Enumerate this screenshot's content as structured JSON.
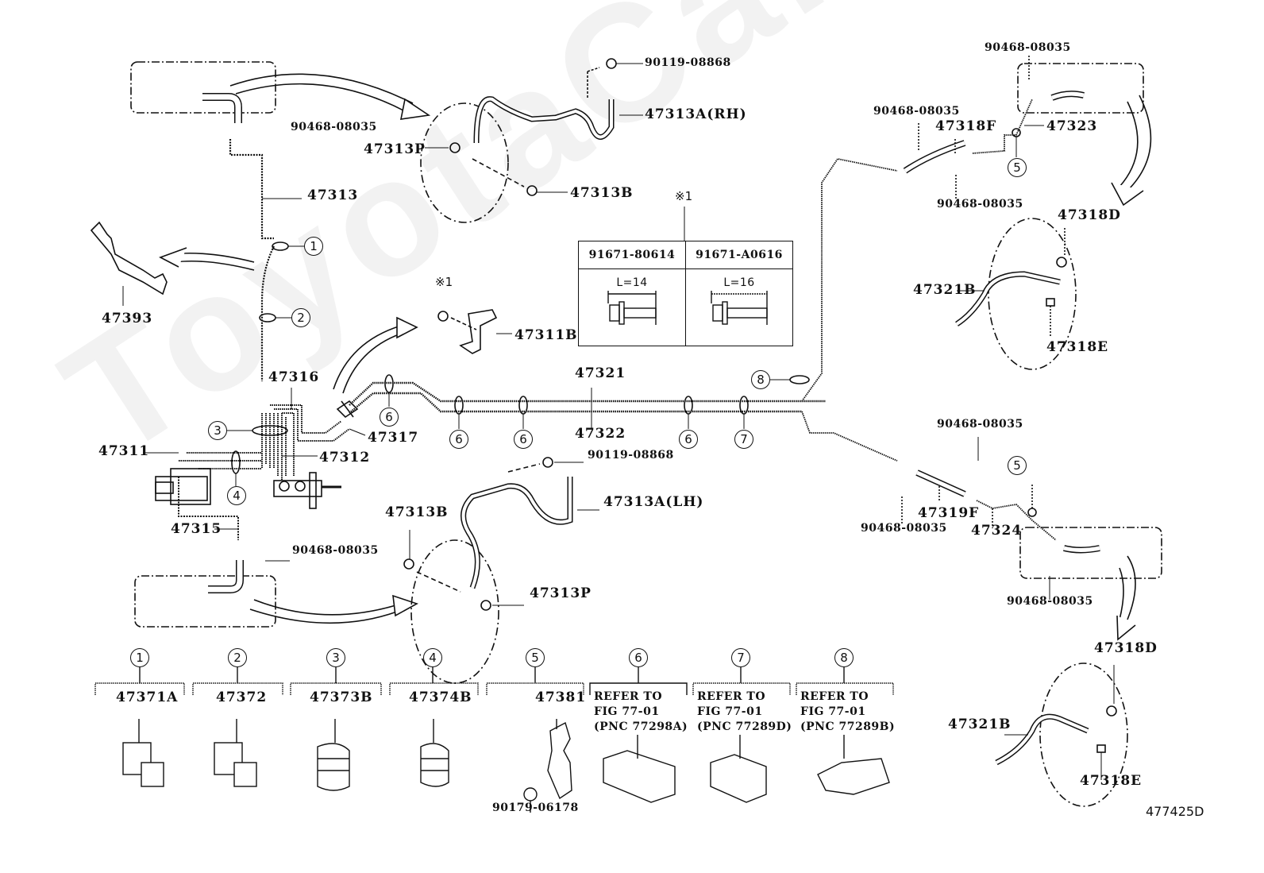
{
  "figure_id": "477425D",
  "watermark": "ToyotaCarLine.ru",
  "note_marker": "※1",
  "labels": {
    "p90468_tl": "90468-08035",
    "p47313": "47313",
    "p47393": "47393",
    "p90119_rh": "90119-08868",
    "p47313A_rh": "47313A(RH)",
    "p47313P_rh": "47313P",
    "p47313B_rh": "47313B",
    "p47311B": "47311B",
    "p47316": "47316",
    "p47317": "47317",
    "p47311": "47311",
    "p47312": "47312",
    "p47315": "47315",
    "p90468_bl": "90468-08035",
    "p47321": "47321",
    "p47322": "47322",
    "p90119_lh": "90119-08868",
    "p47313A_lh": "47313A(LH)",
    "p47313B_lh": "47313B",
    "p47313P_lh": "47313P",
    "p90468_tr_top": "90468-08035",
    "p90468_tr_left": "90468-08035",
    "p47318F": "47318F",
    "p47323": "47323",
    "p90468_tr_below": "90468-08035",
    "p47318D_top": "47318D",
    "p47321B_top": "47321B",
    "p47318E_top": "47318E",
    "p90468_mr_top": "90468-08035",
    "p90468_mr_left": "90468-08035",
    "p47319F": "47319F",
    "p47324": "47324",
    "p90468_mr_bottom": "90468-08035",
    "p47318D_bot": "47318D",
    "p47321B_bot": "47321B",
    "p47318E_bot": "47318E"
  },
  "callouts": [
    "1",
    "2",
    "3",
    "4",
    "5",
    "6",
    "7",
    "8"
  ],
  "bolt_table": {
    "columns": [
      {
        "part": "91671-80614",
        "length": "L=14"
      },
      {
        "part": "91671-A0616",
        "length": "L=16"
      }
    ]
  },
  "clip_legend": [
    {
      "ref": "1",
      "text": "47371A"
    },
    {
      "ref": "2",
      "text": "47372"
    },
    {
      "ref": "3",
      "text": "47373B"
    },
    {
      "ref": "4",
      "text": "47374B"
    },
    {
      "ref": "5",
      "text": "47381",
      "sub": "90179-06178"
    },
    {
      "ref": "6",
      "text": "REFER TO\nFIG 77-01\n(PNC 77298A)"
    },
    {
      "ref": "7",
      "text": "REFER TO\nFIG 77-01\n(PNC 77289D)"
    },
    {
      "ref": "8",
      "text": "REFER TO\nFIG 77-01\n(PNC 77289B)"
    }
  ]
}
